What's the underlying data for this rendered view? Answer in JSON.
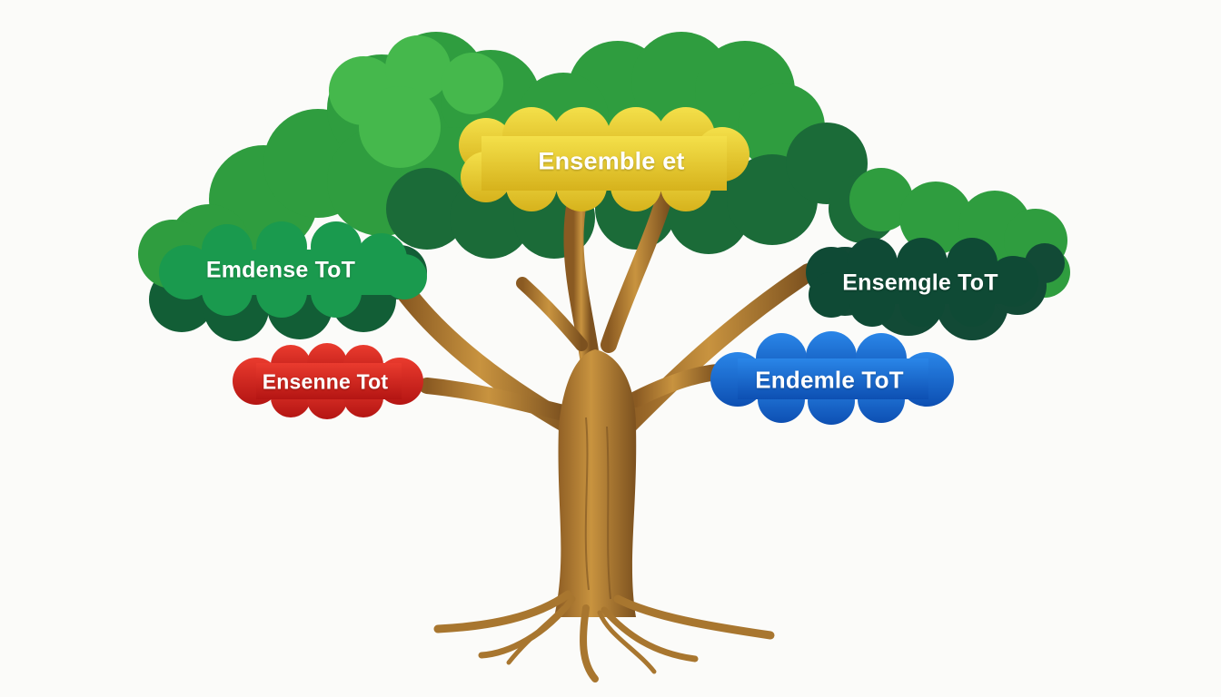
{
  "nodes": {
    "top": {
      "label": "Ensemble et",
      "color": "#e3c528"
    },
    "left": {
      "label": "Emdense ToT",
      "color": "#1a9a4e"
    },
    "right_upper": {
      "label": "Ensemgle ToT",
      "color": "#0f4a35"
    },
    "left_lower": {
      "label": "Ensenne Tot",
      "color": "#d4251f"
    },
    "right_lower": {
      "label": "Endemle ToT",
      "color": "#1462c8"
    }
  },
  "colors": {
    "foliage_light": "#3fb34a",
    "foliage_mid": "#2e9a3e",
    "foliage_dark": "#125e36",
    "trunk": "#b07d34",
    "trunk_dark": "#7a5221",
    "background": "#fbfbf9"
  },
  "icons": [
    "tree-trunk-icon",
    "roots-icon",
    "foliage-icon"
  ]
}
